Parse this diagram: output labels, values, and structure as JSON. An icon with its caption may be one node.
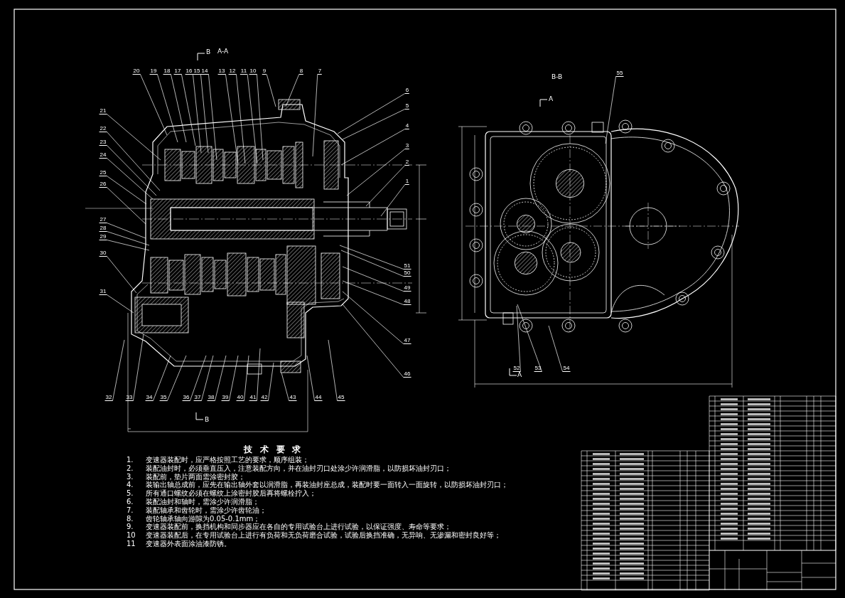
{
  "diagram": {
    "nodes": [
      {
        "text": [
          "20"
        ]
      },
      {
        "text": [
          "19"
        ]
      },
      {
        "text": [
          "18"
        ]
      },
      {
        "text": [
          "17"
        ]
      },
      {
        "text": [
          "16"
        ]
      },
      {
        "text": [
          "15"
        ]
      },
      {
        "text": [
          "14"
        ]
      },
      {
        "text": [
          "13"
        ]
      },
      {
        "text": [
          "12"
        ]
      },
      {
        "text": [
          "11"
        ]
      },
      {
        "text": [
          "10"
        ]
      },
      {
        "text": [
          "9"
        ]
      },
      {
        "text": [
          "8"
        ]
      },
      {
        "text": [
          "7"
        ]
      },
      {
        "text": [
          "21"
        ]
      },
      {
        "text": [
          "22"
        ]
      },
      {
        "text": [
          "23"
        ]
      },
      {
        "text": [
          "24"
        ]
      },
      {
        "text": [
          "25"
        ]
      },
      {
        "text": [
          "26"
        ]
      },
      {
        "text": [
          "27"
        ]
      },
      {
        "text": [
          "28"
        ]
      },
      {
        "text": [
          "29"
        ]
      },
      {
        "text": [
          "30"
        ]
      },
      {
        "text": [
          "31"
        ]
      },
      {
        "text": [
          "6"
        ]
      },
      {
        "text": [
          "5"
        ]
      },
      {
        "text": [
          "4"
        ]
      },
      {
        "text": [
          "3"
        ]
      },
      {
        "text": [
          "2"
        ]
      },
      {
        "text": [
          "1"
        ]
      },
      {
        "text": [
          "51"
        ]
      },
      {
        "text": [
          "50"
        ]
      },
      {
        "text": [
          "49"
        ]
      },
      {
        "text": [
          "48"
        ]
      },
      {
        "text": [
          "47"
        ]
      },
      {
        "text": [
          "46"
        ]
      },
      {
        "text": [
          "32"
        ]
      },
      {
        "text": [
          "33"
        ]
      },
      {
        "text": [
          "34"
        ]
      },
      {
        "text": [
          "35"
        ]
      },
      {
        "text": [
          "36"
        ]
      },
      {
        "text": [
          "37"
        ]
      },
      {
        "text": [
          "38"
        ]
      },
      {
        "text": [
          "39"
        ]
      },
      {
        "text": [
          "40"
        ]
      },
      {
        "text": [
          "41"
        ]
      },
      {
        "text": [
          "42"
        ]
      },
      {
        "text": [
          "43"
        ]
      },
      {
        "text": [
          "44"
        ]
      },
      {
        "text": [
          "45"
        ]
      },
      {
        "text": [
          "55"
        ]
      },
      {
        "text": [
          "52"
        ]
      },
      {
        "text": [
          "53"
        ]
      },
      {
        "text": [
          "54"
        ]
      }
    ],
    "edges": [
      {
        "from": 0,
        "to": null,
        "arrow": "none"
      },
      {
        "from": 1,
        "to": null,
        "arrow": "none"
      },
      {
        "from": 2,
        "to": null,
        "arrow": "none"
      },
      {
        "from": 3,
        "to": null,
        "arrow": "none"
      },
      {
        "from": 4,
        "to": null,
        "arrow": "none"
      },
      {
        "from": 5,
        "to": null,
        "arrow": "none"
      },
      {
        "from": 6,
        "to": null,
        "arrow": "none"
      },
      {
        "from": 7,
        "to": null,
        "arrow": "none"
      },
      {
        "from": 8,
        "to": null,
        "arrow": "none"
      },
      {
        "from": 9,
        "to": null,
        "arrow": "none"
      },
      {
        "from": 10,
        "to": null,
        "arrow": "none"
      },
      {
        "from": 11,
        "to": null,
        "arrow": "none"
      },
      {
        "from": 12,
        "to": null,
        "arrow": "none"
      },
      {
        "from": 13,
        "to": null,
        "arrow": "none"
      },
      {
        "from": 14,
        "to": null,
        "arrow": "none"
      },
      {
        "from": 15,
        "to": null,
        "arrow": "none"
      },
      {
        "from": 16,
        "to": null,
        "arrow": "none"
      },
      {
        "from": 17,
        "to": null,
        "arrow": "none"
      },
      {
        "from": 18,
        "to": null,
        "arrow": "none"
      },
      {
        "from": 19,
        "to": null,
        "arrow": "none"
      },
      {
        "from": 20,
        "to": null,
        "arrow": "none"
      },
      {
        "from": 21,
        "to": null,
        "arrow": "none"
      },
      {
        "from": 22,
        "to": null,
        "arrow": "none"
      },
      {
        "from": 23,
        "to": null,
        "arrow": "none"
      },
      {
        "from": 24,
        "to": null,
        "arrow": "none"
      },
      {
        "from": 25,
        "to": null,
        "arrow": "none"
      },
      {
        "from": 26,
        "to": null,
        "arrow": "none"
      },
      {
        "from": 27,
        "to": null,
        "arrow": "none"
      },
      {
        "from": 28,
        "to": null,
        "arrow": "none"
      },
      {
        "from": 29,
        "to": null,
        "arrow": "none"
      },
      {
        "from": 30,
        "to": null,
        "arrow": "none"
      },
      {
        "from": 31,
        "to": null,
        "arrow": "none"
      },
      {
        "from": 32,
        "to": null,
        "arrow": "none"
      },
      {
        "from": 33,
        "to": null,
        "arrow": "none"
      },
      {
        "from": 34,
        "to": null,
        "arrow": "none"
      },
      {
        "from": 35,
        "to": null,
        "arrow": "none"
      },
      {
        "from": 36,
        "to": null,
        "arrow": "none"
      },
      {
        "from": 37,
        "to": null,
        "arrow": "none"
      },
      {
        "from": 38,
        "to": null,
        "arrow": "none"
      },
      {
        "from": 39,
        "to": null,
        "arrow": "none"
      },
      {
        "from": 40,
        "to": null,
        "arrow": "none"
      },
      {
        "from": 41,
        "to": null,
        "arrow": "none"
      },
      {
        "from": 42,
        "to": null,
        "arrow": "none"
      },
      {
        "from": 43,
        "to": null,
        "arrow": "none"
      },
      {
        "from": 44,
        "to": null,
        "arrow": "none"
      },
      {
        "from": 45,
        "to": null,
        "arrow": "none"
      },
      {
        "from": 46,
        "to": null,
        "arrow": "none"
      },
      {
        "from": 47,
        "to": null,
        "arrow": "none"
      },
      {
        "from": 48,
        "to": null,
        "arrow": "none"
      },
      {
        "from": 49,
        "to": null,
        "arrow": "none"
      },
      {
        "from": 50,
        "to": null,
        "arrow": "none"
      },
      {
        "from": 51,
        "to": null,
        "arrow": "none"
      },
      {
        "from": 52,
        "to": null,
        "arrow": "none"
      },
      {
        "from": 53,
        "to": null,
        "arrow": "none"
      },
      {
        "from": 54,
        "to": null,
        "arrow": "none"
      }
    ],
    "labels": [
      "B",
      "A-A",
      "B-B",
      "A",
      "A",
      "B",
      "技术要求",
      "1.",
      "变速器装配时，应严格按照工艺的要求，顺序组装；",
      "2.",
      "装配油封时，必须垂直压入，注意装配方向，并在油封刃口处涂少许润滑脂，以防损坏油封刃口；",
      "3.",
      "装配前，垫片两面需涂密封胶；",
      "4.",
      "装输出轴总成前，应先在输出轴外套以润滑脂，再装油封座总成，装配时要一面转入一面旋转，以防损坏油封刃口；",
      "5.",
      "所有通口螺纹必须在螺纹上涂密封胶后再将螺栓拧入；",
      "6.",
      "装配油封和轴时，需涂少许润滑脂；",
      "7.",
      "装配轴承和齿轮时，需涂少许齿轮油；",
      "8.",
      "齿轮轴承轴向游隙为0.05-0.1mm；",
      "9.",
      "变速器装配前，换挡机构和同步器应在各自的专用试验台上进行试验，以保证强度、寿命等要求；",
      "10",
      "变速器装配后，在专用试验台上进行有负荷和无负荷磨合试验，试验后换挡准确，无异响、无渗漏和密封良好等；",
      "11",
      "变速器外表面涂油漆防锈。"
    ]
  }
}
